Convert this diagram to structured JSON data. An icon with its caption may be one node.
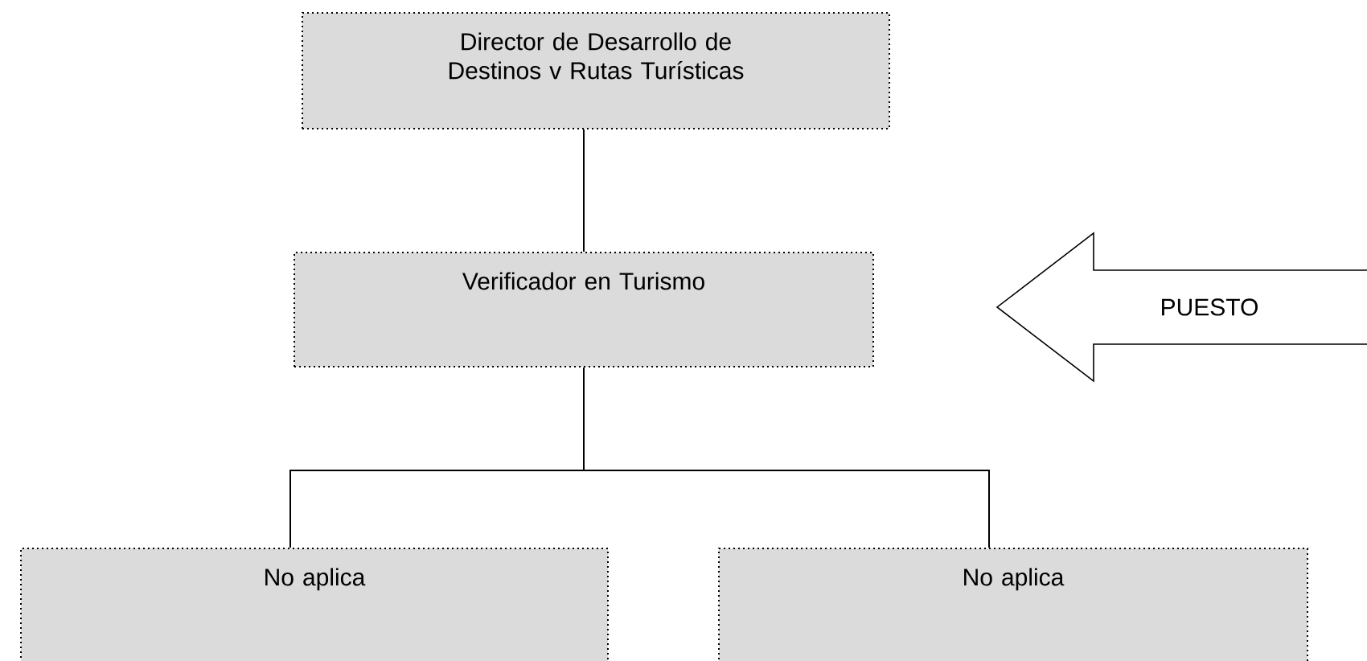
{
  "diagram": {
    "nodes": [
      {
        "text": [
          "Director de Desarrollo de Destinos v Rutas Turísticas"
        ]
      },
      {
        "text": [
          "Verificador en Turismo"
        ]
      },
      {
        "text": [
          "No aplica"
        ]
      },
      {
        "text": [
          "No aplica"
        ]
      },
      {
        "text": [
          "PUESTO"
        ]
      }
    ],
    "edges": [
      {
        "from": 0,
        "to": 1,
        "arrow": "none"
      },
      {
        "from": 1,
        "to": 2,
        "arrow": "none"
      },
      {
        "from": 1,
        "to": 3,
        "arrow": "none"
      }
    ]
  }
}
